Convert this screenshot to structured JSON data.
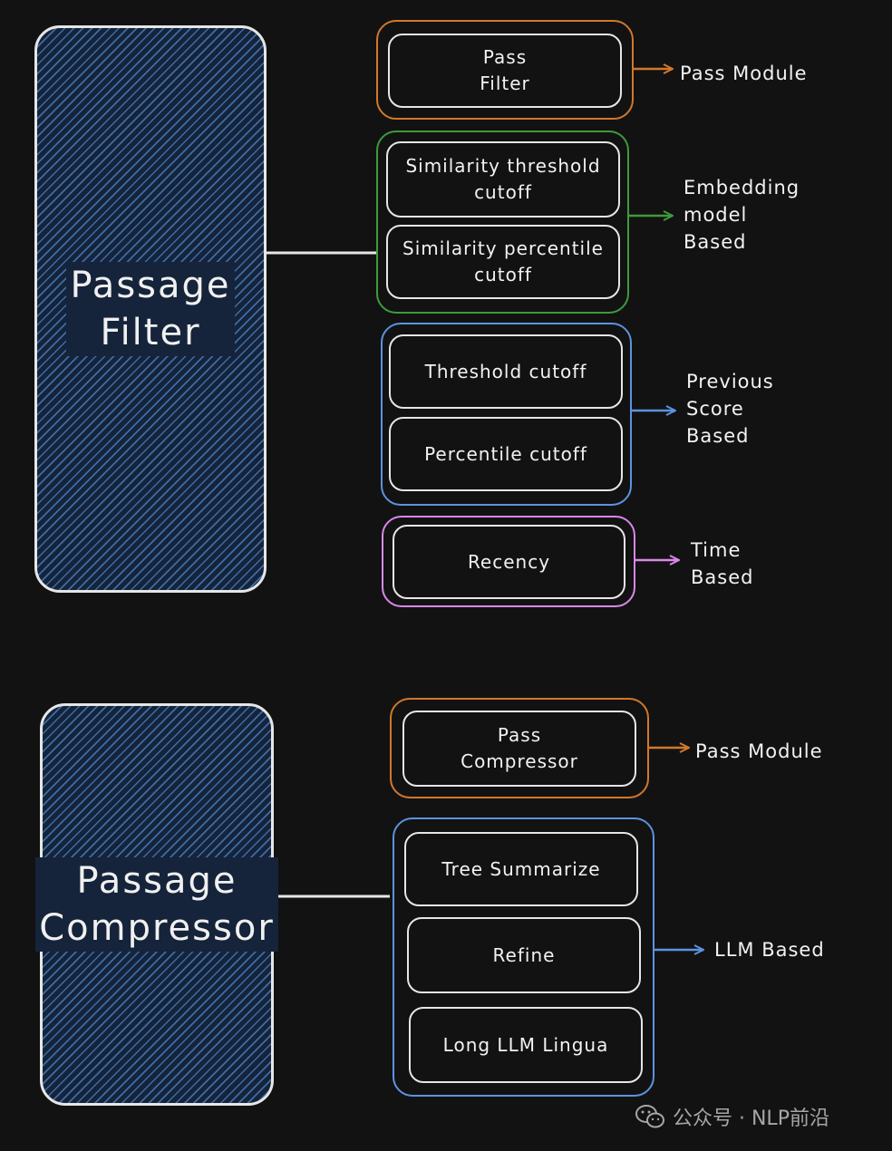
{
  "colors": {
    "orange": "#d2782a",
    "green": "#3f9a3c",
    "blue": "#5d93e0",
    "pink": "#d889e8",
    "white": "#e6e6e6"
  },
  "filter": {
    "title": "Passage\nFilter",
    "groups": [
      {
        "nodes": [
          "Pass\nFilter"
        ],
        "category": "Pass Module",
        "color": "orange"
      },
      {
        "nodes": [
          "Similarity threshold\ncutoff",
          "Similarity percentile\ncutoff"
        ],
        "category": "Embedding\nmodel\nBased",
        "color": "green"
      },
      {
        "nodes": [
          "Threshold cutoff",
          "Percentile cutoff"
        ],
        "category": "Previous\nScore\nBased",
        "color": "blue"
      },
      {
        "nodes": [
          "Recency"
        ],
        "category": "Time\nBased",
        "color": "pink"
      }
    ]
  },
  "compressor": {
    "title": "Passage\nCompressor",
    "groups": [
      {
        "nodes": [
          "Pass\nCompressor"
        ],
        "category": "Pass Module",
        "color": "orange"
      },
      {
        "nodes": [
          "Tree Summarize",
          "Refine",
          "Long LLM Lingua"
        ],
        "category": "LLM Based",
        "color": "blue"
      }
    ]
  },
  "watermark": "公众号 · NLP前沿",
  "watermark_icon": "wechat-icon"
}
